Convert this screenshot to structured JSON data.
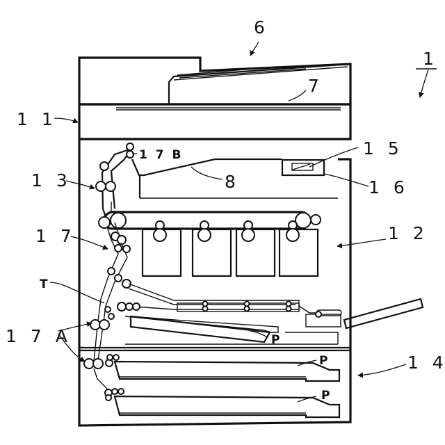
{
  "labels": {
    "device": "1",
    "scanner_unit": "6",
    "document_cover": "7",
    "reader_section": "1 1",
    "image_forming_section": "1 2",
    "transport_path": "1 3",
    "paper_feed_section": "1 4",
    "display": "1 5",
    "operation_panel": "1 6",
    "rollers": "1 7",
    "rollers_a": "1 7 A",
    "rollers_b": "1 7 B",
    "output_tray": "8",
    "path_t": "T",
    "paper_manual": "P",
    "paper_cassette_1": "P",
    "paper_cassette_2": "P"
  }
}
